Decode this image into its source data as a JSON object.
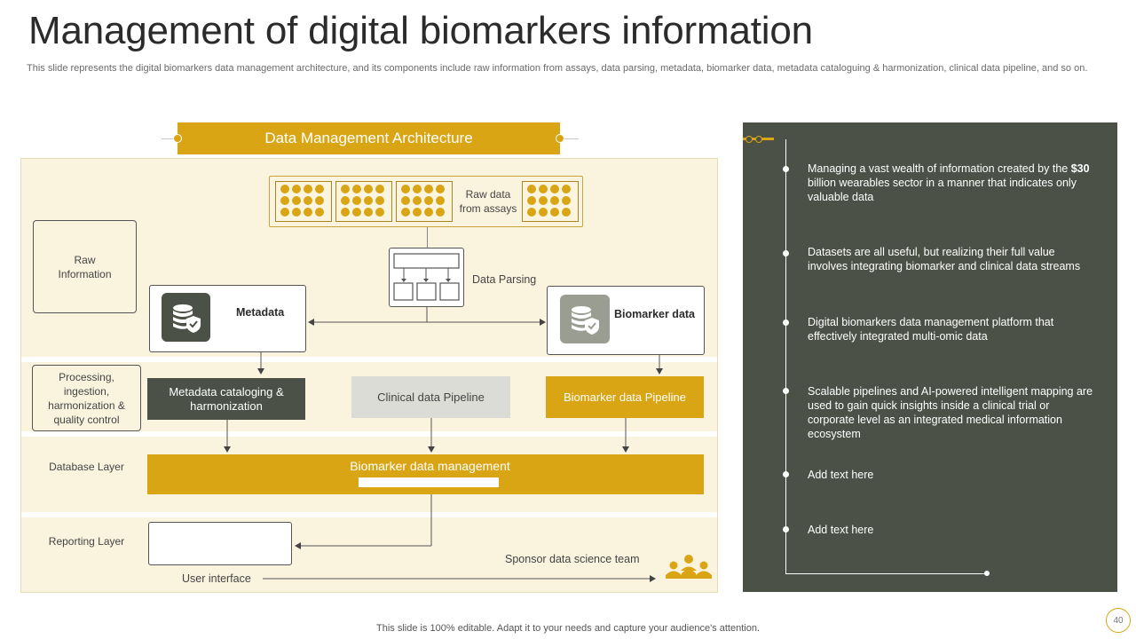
{
  "slide": {
    "title": "Management of digital biomarkers information",
    "subtitle": "This slide represents the digital biomarkers data management architecture, and its components include raw information from assays, data parsing, metadata, biomarker data, metadata cataloguing & harmonization, clinical data pipeline, and so on.",
    "footer": "This slide is 100% editable. Adapt it to your needs and capture your audience's attention.",
    "page_number": "40"
  },
  "diagram": {
    "header": "Data Management Architecture",
    "layers": {
      "raw": "Raw Information",
      "processing": "Processing, ingestion, harmonization & quality control",
      "database": "Database Layer",
      "reporting": "Reporting Layer"
    },
    "raw_data_label": "Raw data from assays",
    "data_parsing_label": "Data Parsing",
    "metadata_label": "Metadata",
    "biomarker_data_label": "Biomarker data",
    "metadata_cataloging": "Metadata cataloging & harmonization",
    "clinical_pipeline": "Clinical data Pipeline",
    "biomarker_pipeline": "Biomarker data Pipeline",
    "biomarker_management": "Biomarker data management",
    "sponsor_team": "Sponsor data science team",
    "user_interface": "User interface"
  },
  "panel": {
    "items": [
      {
        "pre": "Managing a vast wealth of information created by the ",
        "bold": "$30",
        "post": " billion wearables sector in a manner that indicates only valuable data"
      },
      {
        "pre": "Datasets are all useful, but realizing their full value involves integrating biomarker and clinical data streams",
        "bold": "",
        "post": ""
      },
      {
        "pre": "Digital biomarkers data management platform that effectively integrated multi-omic data",
        "bold": "",
        "post": ""
      },
      {
        "pre": "Scalable pipelines and AI-powered intelligent mapping are used to gain quick insights inside a clinical trial or corporate level as an integrated medical information ecosystem",
        "bold": "",
        "post": ""
      },
      {
        "pre": "Add text here",
        "bold": "",
        "post": ""
      },
      {
        "pre": "Add text here",
        "bold": "",
        "post": ""
      }
    ]
  },
  "colors": {
    "accent": "#d9a514",
    "dark_olive": "#4b5146",
    "light_grey": "#dcdcd6",
    "cream": "#faf4df"
  }
}
